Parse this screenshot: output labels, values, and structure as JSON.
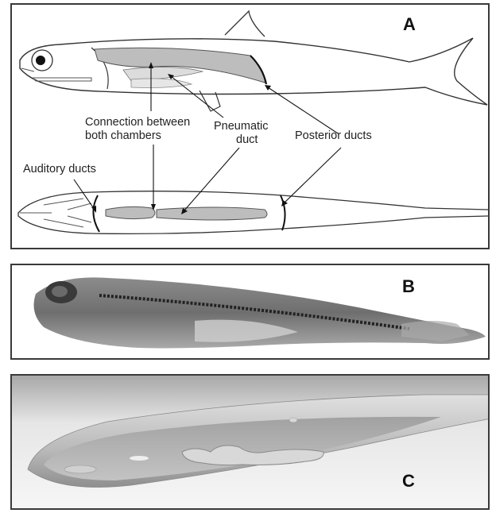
{
  "panels": {
    "a": {
      "letter": "A"
    },
    "b": {
      "letter": "B"
    },
    "c": {
      "letter": "C"
    }
  },
  "labels": {
    "connection_line1": "Connection between",
    "connection_line2": "both chambers",
    "pneumatic_line1": "Pneumatic",
    "pneumatic_line2": "duct",
    "posterior": "Posterior ducts",
    "auditory": "Auditory ducts"
  }
}
